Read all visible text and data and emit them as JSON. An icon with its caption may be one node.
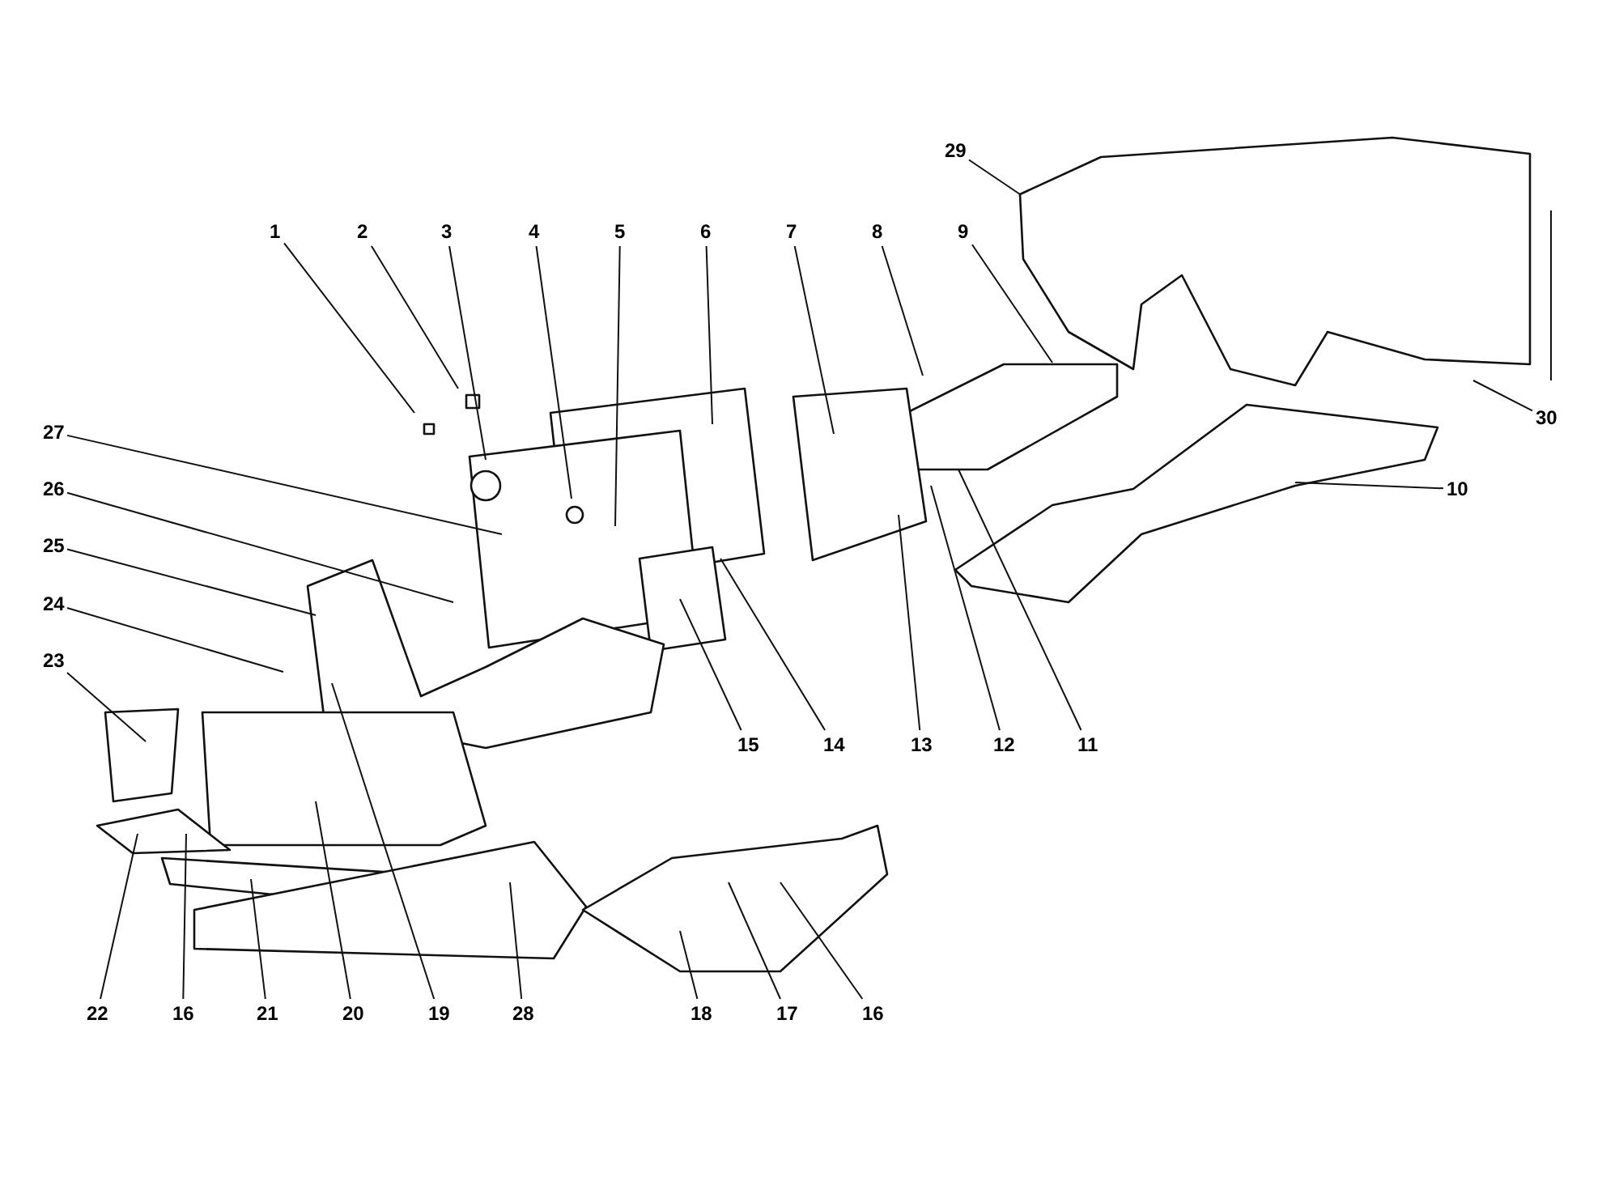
{
  "diagram": {
    "nodes": [
      {
        "text": [
          "29"
        ]
      },
      {
        "text": [
          "1"
        ]
      },
      {
        "text": [
          "2"
        ]
      },
      {
        "text": [
          "3"
        ]
      },
      {
        "text": [
          "4"
        ]
      },
      {
        "text": [
          "5"
        ]
      },
      {
        "text": [
          "6"
        ]
      },
      {
        "text": [
          "7"
        ]
      },
      {
        "text": [
          "8"
        ]
      },
      {
        "text": [
          "9"
        ]
      },
      {
        "text": [
          "30"
        ]
      },
      {
        "text": [
          "27"
        ]
      },
      {
        "text": [
          "10"
        ]
      },
      {
        "text": [
          "26"
        ]
      },
      {
        "text": [
          "25"
        ]
      },
      {
        "text": [
          "24"
        ]
      },
      {
        "text": [
          "23"
        ]
      },
      {
        "text": [
          "15"
        ]
      },
      {
        "text": [
          "14"
        ]
      },
      {
        "text": [
          "13"
        ]
      },
      {
        "text": [
          "12"
        ]
      },
      {
        "text": [
          "11"
        ]
      },
      {
        "text": [
          "22"
        ]
      },
      {
        "text": [
          "16"
        ]
      },
      {
        "text": [
          "21"
        ]
      },
      {
        "text": [
          "20"
        ]
      },
      {
        "text": [
          "19"
        ]
      },
      {
        "text": [
          "28"
        ]
      },
      {
        "text": [
          "18"
        ]
      },
      {
        "text": [
          "17"
        ]
      },
      {
        "text": [
          "16"
        ]
      }
    ],
    "edges": [
      {
        "from": 0,
        "to": null,
        "arrow": "none"
      },
      {
        "from": 1,
        "to": null,
        "arrow": "none"
      },
      {
        "from": 2,
        "to": null,
        "arrow": "none"
      },
      {
        "from": 3,
        "to": null,
        "arrow": "none"
      },
      {
        "from": 4,
        "to": null,
        "arrow": "none"
      },
      {
        "from": 5,
        "to": null,
        "arrow": "none"
      },
      {
        "from": 6,
        "to": null,
        "arrow": "none"
      },
      {
        "from": 7,
        "to": null,
        "arrow": "none"
      },
      {
        "from": 8,
        "to": null,
        "arrow": "none"
      },
      {
        "from": 9,
        "to": null,
        "arrow": "none"
      },
      {
        "from": 10,
        "to": null,
        "arrow": "none"
      },
      {
        "from": 11,
        "to": null,
        "arrow": "none"
      },
      {
        "from": 12,
        "to": null,
        "arrow": "none"
      },
      {
        "from": 13,
        "to": null,
        "arrow": "none"
      },
      {
        "from": 14,
        "to": null,
        "arrow": "none"
      },
      {
        "from": 15,
        "to": null,
        "arrow": "none"
      },
      {
        "from": 16,
        "to": null,
        "arrow": "none"
      },
      {
        "from": 17,
        "to": null,
        "arrow": "none"
      },
      {
        "from": 18,
        "to": null,
        "arrow": "none"
      },
      {
        "from": 19,
        "to": null,
        "arrow": "none"
      },
      {
        "from": 20,
        "to": null,
        "arrow": "none"
      },
      {
        "from": 21,
        "to": null,
        "arrow": "none"
      },
      {
        "from": 22,
        "to": null,
        "arrow": "none"
      },
      {
        "from": 23,
        "to": null,
        "arrow": "none"
      },
      {
        "from": 24,
        "to": null,
        "arrow": "none"
      },
      {
        "from": 25,
        "to": null,
        "arrow": "none"
      },
      {
        "from": 26,
        "to": null,
        "arrow": "none"
      },
      {
        "from": 27,
        "to": null,
        "arrow": "none"
      },
      {
        "from": 28,
        "to": null,
        "arrow": "none"
      },
      {
        "from": 29,
        "to": null,
        "arrow": "none"
      },
      {
        "from": 30,
        "to": null,
        "arrow": "none"
      }
    ]
  }
}
